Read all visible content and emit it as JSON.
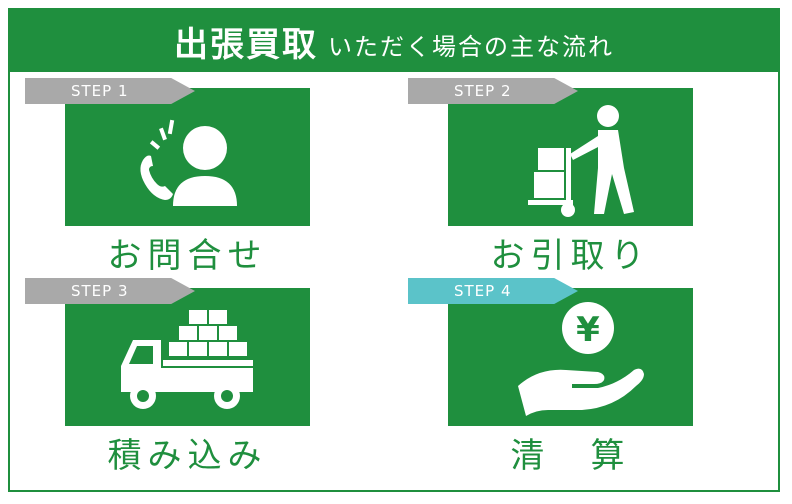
{
  "header": {
    "title_main": "出張買取",
    "title_sub": "いただく場合の主な流れ"
  },
  "colors": {
    "brand_green": "#1f8f3e",
    "tag_gray": "#a9a9a9",
    "tag_cyan": "#5bc3c9"
  },
  "steps": [
    {
      "tag": "STEP 1",
      "label": "お問合せ",
      "icon": "phone-person-icon",
      "tag_color": "#a9a9a9"
    },
    {
      "tag": "STEP 2",
      "label": "お引取り",
      "icon": "hand-truck-icon",
      "tag_color": "#a9a9a9"
    },
    {
      "tag": "STEP 3",
      "label": "積み込み",
      "icon": "truck-icon",
      "tag_color": "#a9a9a9"
    },
    {
      "tag": "STEP 4",
      "label": "清　算",
      "icon": "yen-hand-icon",
      "tag_color": "#5bc3c9"
    }
  ]
}
